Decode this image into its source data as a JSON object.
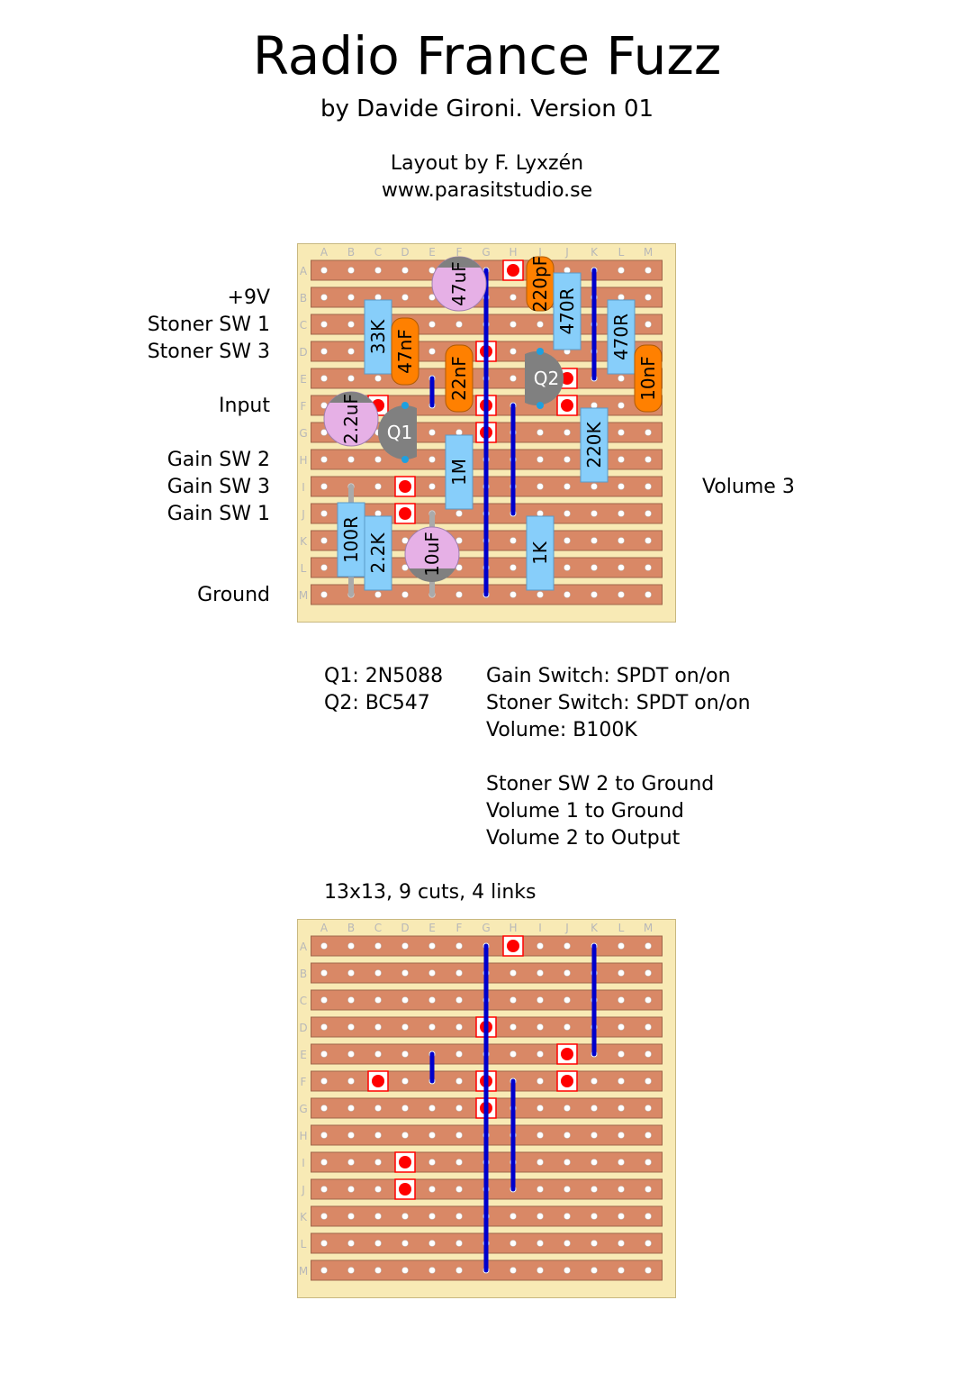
{
  "title": "Radio France Fuzz",
  "subtitle": "by Davide Gironi. Version 01",
  "credit_line1": "Layout by F. Lyxzén",
  "credit_line2": "www.parasitstudio.se",
  "columns": [
    "A",
    "B",
    "C",
    "D",
    "E",
    "F",
    "G",
    "H",
    "I",
    "J",
    "K",
    "L",
    "M"
  ],
  "rows": [
    "A",
    "B",
    "C",
    "D",
    "E",
    "F",
    "G",
    "H",
    "I",
    "J",
    "K",
    "L",
    "M"
  ],
  "connections_left": {
    "plus9v": "+9V",
    "stoner1": "Stoner SW 1",
    "stoner3": "Stoner SW 3",
    "input": "Input",
    "gain2": "Gain SW 2",
    "gain3": "Gain SW 3",
    "gain1": "Gain SW 1",
    "ground": "Ground"
  },
  "connections_right": {
    "volume3": "Volume 3"
  },
  "transistors": {
    "q1": "Q1: 2N5088",
    "q2": "Q2: BC547"
  },
  "switches": {
    "gain": "Gain Switch: SPDT on/on",
    "stoner": "Stoner Switch: SPDT on/on",
    "volume": "Volume: B100K"
  },
  "wiring": {
    "w1": "Stoner SW 2 to Ground",
    "w2": "Volume 1 to Ground",
    "w3": "Volume 2 to Output"
  },
  "board_summary": "13x13, 9 cuts, 4 links",
  "cuts": [
    [
      "H",
      "A"
    ],
    [
      "G",
      "D"
    ],
    [
      "J",
      "E"
    ],
    [
      "J",
      "F"
    ],
    [
      "C",
      "F"
    ],
    [
      "G",
      "F"
    ],
    [
      "G",
      "G"
    ],
    [
      "D",
      "I"
    ],
    [
      "D",
      "J"
    ]
  ],
  "links": [
    [
      "G",
      "A",
      "M"
    ],
    [
      "K",
      "A",
      "E"
    ],
    [
      "E",
      "E",
      "F"
    ],
    [
      "H",
      "F",
      "J"
    ]
  ],
  "components": {
    "c47u": "47uF",
    "c220p": "220pF",
    "r470a": "470R",
    "r470b": "470R",
    "c10n": "10nF",
    "r33k": "33K",
    "c47n": "47nF",
    "c22n": "22nF",
    "q2": "Q2",
    "q1": "Q1",
    "c2u2": "2.2uF",
    "r220k": "220K",
    "r1m": "1M",
    "r100": "100R",
    "r2k2": "2.2K",
    "c10u": "10uF",
    "r1k": "1K"
  },
  "colors": {
    "board": "#f8eab5",
    "strip": "#d98866",
    "cut": "#ff0000",
    "link": "#0000cc",
    "resistor": "#87cefa",
    "ceramic": "#ff8000",
    "electrolytic": "#e6b0e6",
    "transistor": "#808080"
  }
}
